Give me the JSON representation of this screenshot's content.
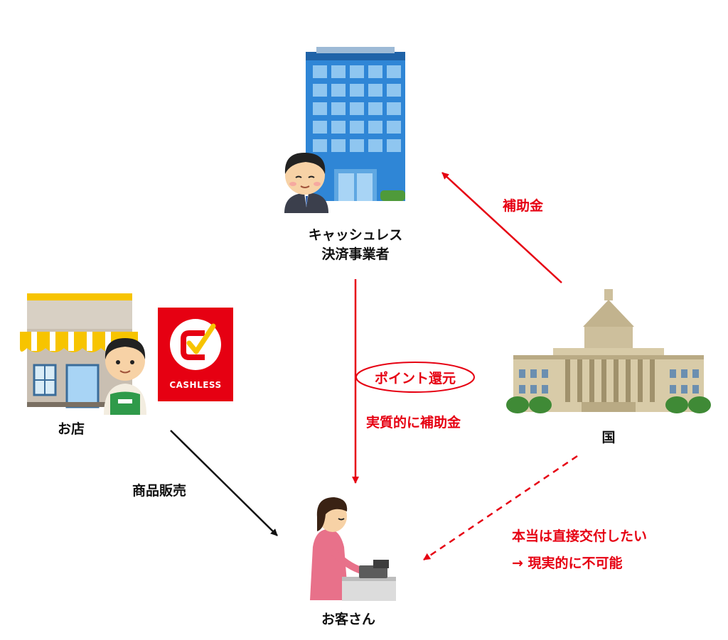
{
  "nodes": {
    "payment_provider": {
      "line1": "キャッシュレス",
      "line2": "決済事業者"
    },
    "shop": {
      "label": "お店"
    },
    "government": {
      "label": "国"
    },
    "customer": {
      "label": "お客さん"
    }
  },
  "badge": {
    "text": "CASHLESS"
  },
  "edges": {
    "subsidy": {
      "label": "補助金"
    },
    "points": {
      "label": "ポイント還元",
      "sub": "実質的に補助金"
    },
    "sales": {
      "label": "商品販売"
    },
    "direct": {
      "line1": "本当は直接交付したい",
      "line2": "→ 現実的に不可能"
    }
  },
  "colors": {
    "accent": "#e60012",
    "black": "#111111",
    "building_blue": "#2f86d6",
    "building_stone": "#cdbf9c",
    "awning": "#f7c400"
  }
}
